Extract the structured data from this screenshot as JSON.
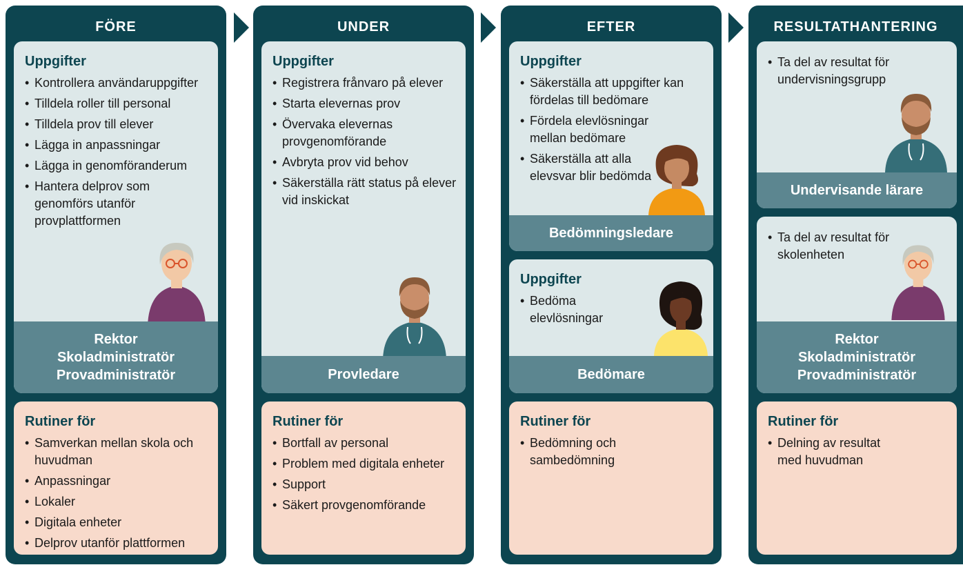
{
  "columns": [
    {
      "title": "FÖRE",
      "roles": [
        {
          "heading": "Uppgifter",
          "items": [
            "Kontrollera användaruppgifter",
            "Tilldela roller till personal",
            "Tilldela prov till elever",
            "Lägga in anpassningar",
            "Lägga in genomföranderum",
            "Hantera delprov som genomförs utanför provplattformen"
          ],
          "labels": [
            "Rektor",
            "Skoladministratör",
            "Provadministratör"
          ]
        }
      ],
      "rutiner": {
        "heading": "Rutiner för",
        "items": [
          "Samverkan mellan skola och huvudman",
          "Anpassningar",
          "Lokaler",
          "Digitala enheter",
          "Delprov utanför plattformen"
        ]
      }
    },
    {
      "title": "UNDER",
      "roles": [
        {
          "heading": "Uppgifter",
          "items": [
            "Registrera frånvaro på elever",
            "Starta elevernas prov",
            "Övervaka elevernas provgenomförande",
            "Avbryta prov vid behov",
            "Säkerställa rätt status på elever vid inskickat"
          ],
          "labels": [
            "Provledare"
          ]
        }
      ],
      "rutiner": {
        "heading": "Rutiner för",
        "items": [
          "Bortfall av personal",
          "Problem med digitala enheter",
          "Support",
          "Säkert provgenomförande"
        ]
      }
    },
    {
      "title": "EFTER",
      "roles": [
        {
          "heading": "Uppgifter",
          "items": [
            "Säkerställa att uppgifter kan fördelas till bedömare",
            "Fördela elevlösningar mellan bedömare",
            "Säkerställa att alla elevsvar blir bedömda"
          ],
          "labels": [
            "Bedömningsledare"
          ]
        },
        {
          "heading": "Uppgifter",
          "items": [
            "Bedöma elevlösningar"
          ],
          "labels": [
            "Bedömare"
          ]
        }
      ],
      "rutiner": {
        "heading": "Rutiner för",
        "items": [
          "Bedömning och sambedömning"
        ]
      }
    },
    {
      "title": "RESULTATHANTERING",
      "roles": [
        {
          "items": [
            "Ta del av resultat för undervisningsgrupp"
          ],
          "labels": [
            "Undervisande lärare"
          ]
        },
        {
          "items": [
            "Ta del av resultat för skolenheten"
          ],
          "labels": [
            "Rektor",
            "Skoladministratör",
            "Provadministratör"
          ]
        }
      ],
      "rutiner": {
        "heading": "Rutiner för",
        "items": [
          "Delning av resultat med huvudman"
        ]
      }
    }
  ],
  "colors": {
    "column_bg": "#0d4550",
    "role_card_bg": "#dde8e9",
    "role_label_bg": "#5c8690",
    "rutiner_bg": "#f8dacb",
    "heading_text": "#0d4550"
  },
  "icons": [
    "chevron-right-icon",
    "person-gray-hair-glasses-icon",
    "person-bearded-man-icon",
    "person-woman-curly-hair-icon",
    "person-woman-dark-curly-hair-icon"
  ]
}
